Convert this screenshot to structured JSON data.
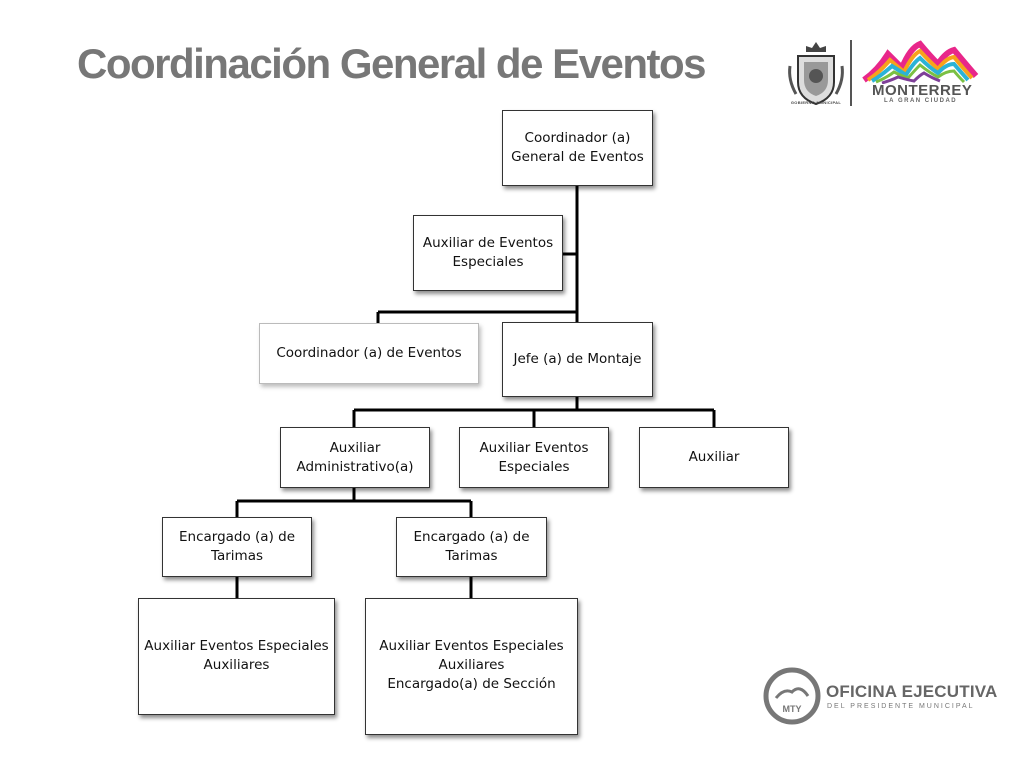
{
  "header": {
    "title": "Coordinación General de Eventos"
  },
  "org_chart": {
    "coordinador_general": "Coordinador (a)\nGeneral de Eventos",
    "auxiliar_eventos_especiales_staff": "Auxiliar de Eventos\nEspeciales",
    "coordinador_eventos": "Coordinador (a) de Eventos",
    "jefe_montaje": "Jefe (a) de Montaje",
    "auxiliar_administrativo": "Auxiliar\nAdministrativo(a)",
    "auxiliar_eventos_especiales": "Auxiliar Eventos\nEspeciales",
    "auxiliar": "Auxiliar",
    "encargado_tarimas_1": "Encargado (a) de\nTarimas",
    "encargado_tarimas_2": "Encargado (a) de\nTarimas",
    "equipo_1": "Auxiliar Eventos Especiales\nAuxiliares",
    "equipo_2": "Auxiliar Eventos Especiales\nAuxiliares\nEncargado(a) de Sección"
  },
  "logos": {
    "seal_caption": "GOBIERNO MUNICIPAL",
    "city_name": "MONTERREY",
    "city_tagline": "LA GRAN CIUDAD",
    "office_badge": "MTY",
    "office_name": "OFICINA EJECUTIVA",
    "office_subtitle": "DEL PRESIDENTE MUNICIPAL"
  },
  "colors": {
    "title": "#777777",
    "box_border": "#333333",
    "connector": "#000000"
  }
}
